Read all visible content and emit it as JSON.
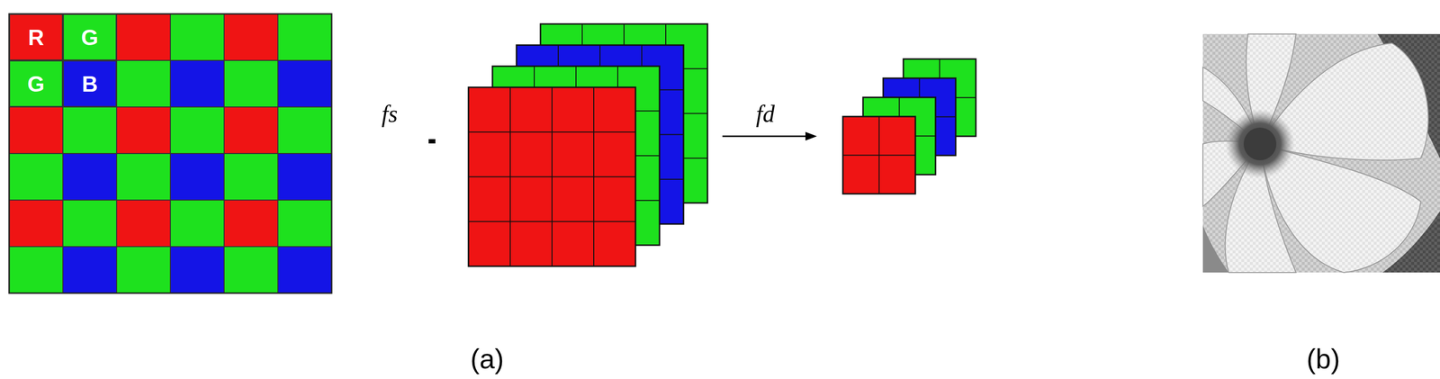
{
  "diagram": {
    "nodes": [
      {
        "text": [
          "R"
        ]
      },
      {
        "text": [
          "G"
        ]
      },
      {
        "text": [
          "G"
        ]
      },
      {
        "text": [
          "B"
        ]
      }
    ],
    "labels": [
      "fs",
      "fd",
      "(a)",
      "(b)"
    ]
  }
}
